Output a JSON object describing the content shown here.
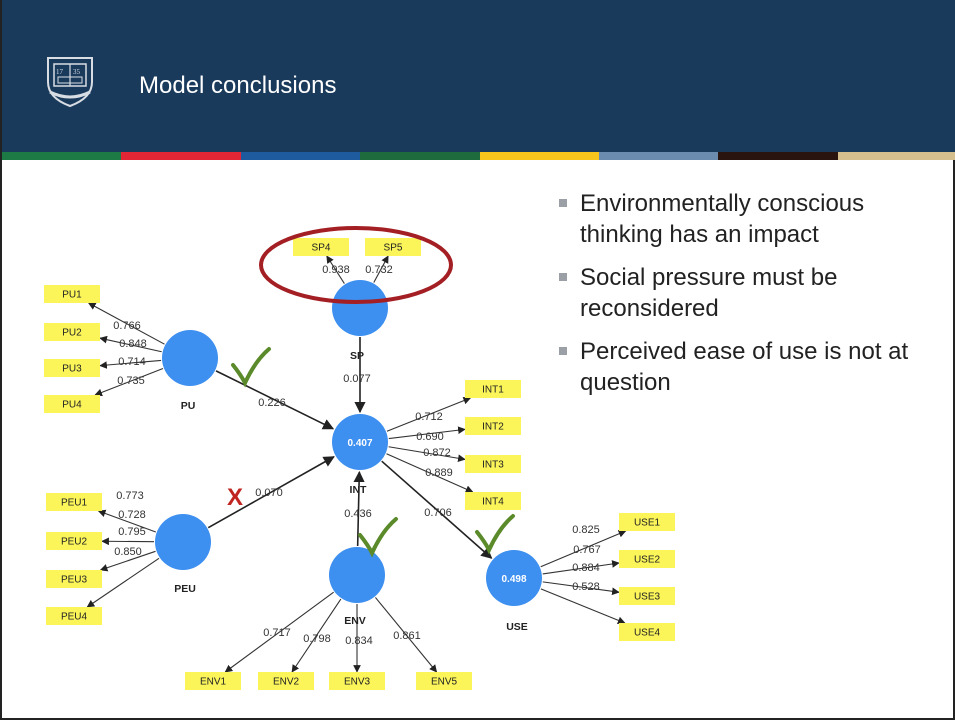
{
  "slide": {
    "title": "Model conclusions",
    "logo": {
      "year_left": "17",
      "year_right": "35"
    },
    "stripe_colors": [
      "#1e7a45",
      "#e32636",
      "#1e5a9e",
      "#1e6b3d",
      "#f7c51b",
      "#6b8cae",
      "#2a1410",
      "#d6bf8e"
    ],
    "header_color": "#1a3a5c",
    "bullets": [
      "Environmentally conscious thinking has an impact",
      "Social pressure must be reconsidered",
      "Perceived ease of use is not at question"
    ]
  },
  "diagram": {
    "constructs": {
      "SP": {
        "label": "SP",
        "value": ""
      },
      "PU": {
        "label": "PU",
        "value": ""
      },
      "INT": {
        "label": "INT",
        "value": "0.407"
      },
      "PEU": {
        "label": "PEU",
        "value": ""
      },
      "ENV": {
        "label": "ENV",
        "value": ""
      },
      "USE": {
        "label": "USE",
        "value": "0.498"
      }
    },
    "indicators": {
      "SP": [
        {
          "label": "SP4",
          "loading": "0.938"
        },
        {
          "label": "SP5",
          "loading": "0.732"
        }
      ],
      "PU": [
        {
          "label": "PU1",
          "loading": "0.766"
        },
        {
          "label": "PU2",
          "loading": "0.848"
        },
        {
          "label": "PU3",
          "loading": "0.714"
        },
        {
          "label": "PU4",
          "loading": "0.735"
        }
      ],
      "INT": [
        {
          "label": "INT1",
          "loading": "0.712"
        },
        {
          "label": "INT2",
          "loading": "0.690"
        },
        {
          "label": "INT3",
          "loading": "0.872"
        },
        {
          "label": "INT4",
          "loading": "0.889"
        }
      ],
      "PEU": [
        {
          "label": "PEU1",
          "loading": "0.773"
        },
        {
          "label": "PEU2",
          "loading": "0.728"
        },
        {
          "label": "PEU3",
          "loading": "0.795"
        },
        {
          "label": "PEU4",
          "loading": "0.850"
        }
      ],
      "ENV": [
        {
          "label": "ENV1",
          "loading": "0.717"
        },
        {
          "label": "ENV2",
          "loading": "0.798"
        },
        {
          "label": "ENV3",
          "loading": "0.834"
        },
        {
          "label": "ENV5",
          "loading": "0.861"
        }
      ],
      "USE": [
        {
          "label": "USE1",
          "loading": "0.825"
        },
        {
          "label": "USE2",
          "loading": "0.767"
        },
        {
          "label": "USE3",
          "loading": "0.884"
        },
        {
          "label": "USE4",
          "loading": "0.528"
        }
      ]
    },
    "paths": [
      {
        "from": "SP",
        "to": "INT",
        "coef": "0.077"
      },
      {
        "from": "PU",
        "to": "INT",
        "coef": "0.226"
      },
      {
        "from": "PEU",
        "to": "INT",
        "coef": "0.070"
      },
      {
        "from": "ENV",
        "to": "INT",
        "coef": "0.436"
      },
      {
        "from": "INT",
        "to": "USE",
        "coef": "0.706"
      }
    ],
    "annotations": {
      "reject_mark": "X",
      "check_color": "#5a8a2a",
      "reject_color": "#c0261f",
      "highlight_color": "#a31f24"
    }
  }
}
